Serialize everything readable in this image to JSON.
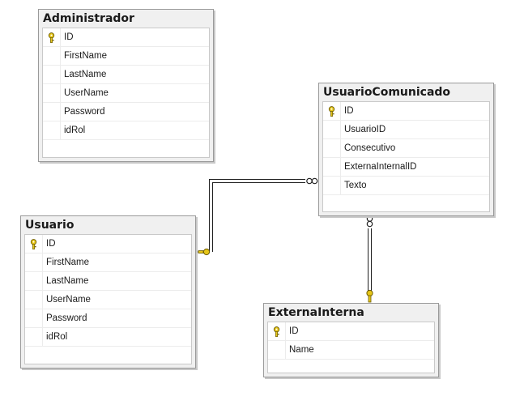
{
  "tables": {
    "administrador": {
      "title": "Administrador",
      "columns": [
        {
          "name": "ID",
          "pk": true
        },
        {
          "name": "FirstName",
          "pk": false
        },
        {
          "name": "LastName",
          "pk": false
        },
        {
          "name": "UserName",
          "pk": false
        },
        {
          "name": "Password",
          "pk": false
        },
        {
          "name": "idRol",
          "pk": false
        }
      ]
    },
    "usuario_comunicado": {
      "title": "UsuarioComunicado",
      "columns": [
        {
          "name": "ID",
          "pk": true
        },
        {
          "name": "UsuarioID",
          "pk": false
        },
        {
          "name": "Consecutivo",
          "pk": false
        },
        {
          "name": "ExternaInternalID",
          "pk": false
        },
        {
          "name": "Texto",
          "pk": false
        }
      ]
    },
    "usuario": {
      "title": "Usuario",
      "columns": [
        {
          "name": "ID",
          "pk": true
        },
        {
          "name": "FirstName",
          "pk": false
        },
        {
          "name": "LastName",
          "pk": false
        },
        {
          "name": "UserName",
          "pk": false
        },
        {
          "name": "Password",
          "pk": false
        },
        {
          "name": "idRol",
          "pk": false
        }
      ]
    },
    "externa_interna": {
      "title": "ExternaInterna",
      "columns": [
        {
          "name": "ID",
          "pk": true
        },
        {
          "name": "Name",
          "pk": false
        }
      ]
    }
  },
  "relationships": [
    {
      "from": "usuario",
      "to": "usuario_comunicado",
      "from_end": "key",
      "to_end": "infinity"
    },
    {
      "from": "externa_interna",
      "to": "usuario_comunicado",
      "from_end": "key",
      "to_end": "infinity"
    }
  ],
  "colors": {
    "key": "#e6c619",
    "line": "#202020",
    "header_bg": "#f0f0f0"
  }
}
